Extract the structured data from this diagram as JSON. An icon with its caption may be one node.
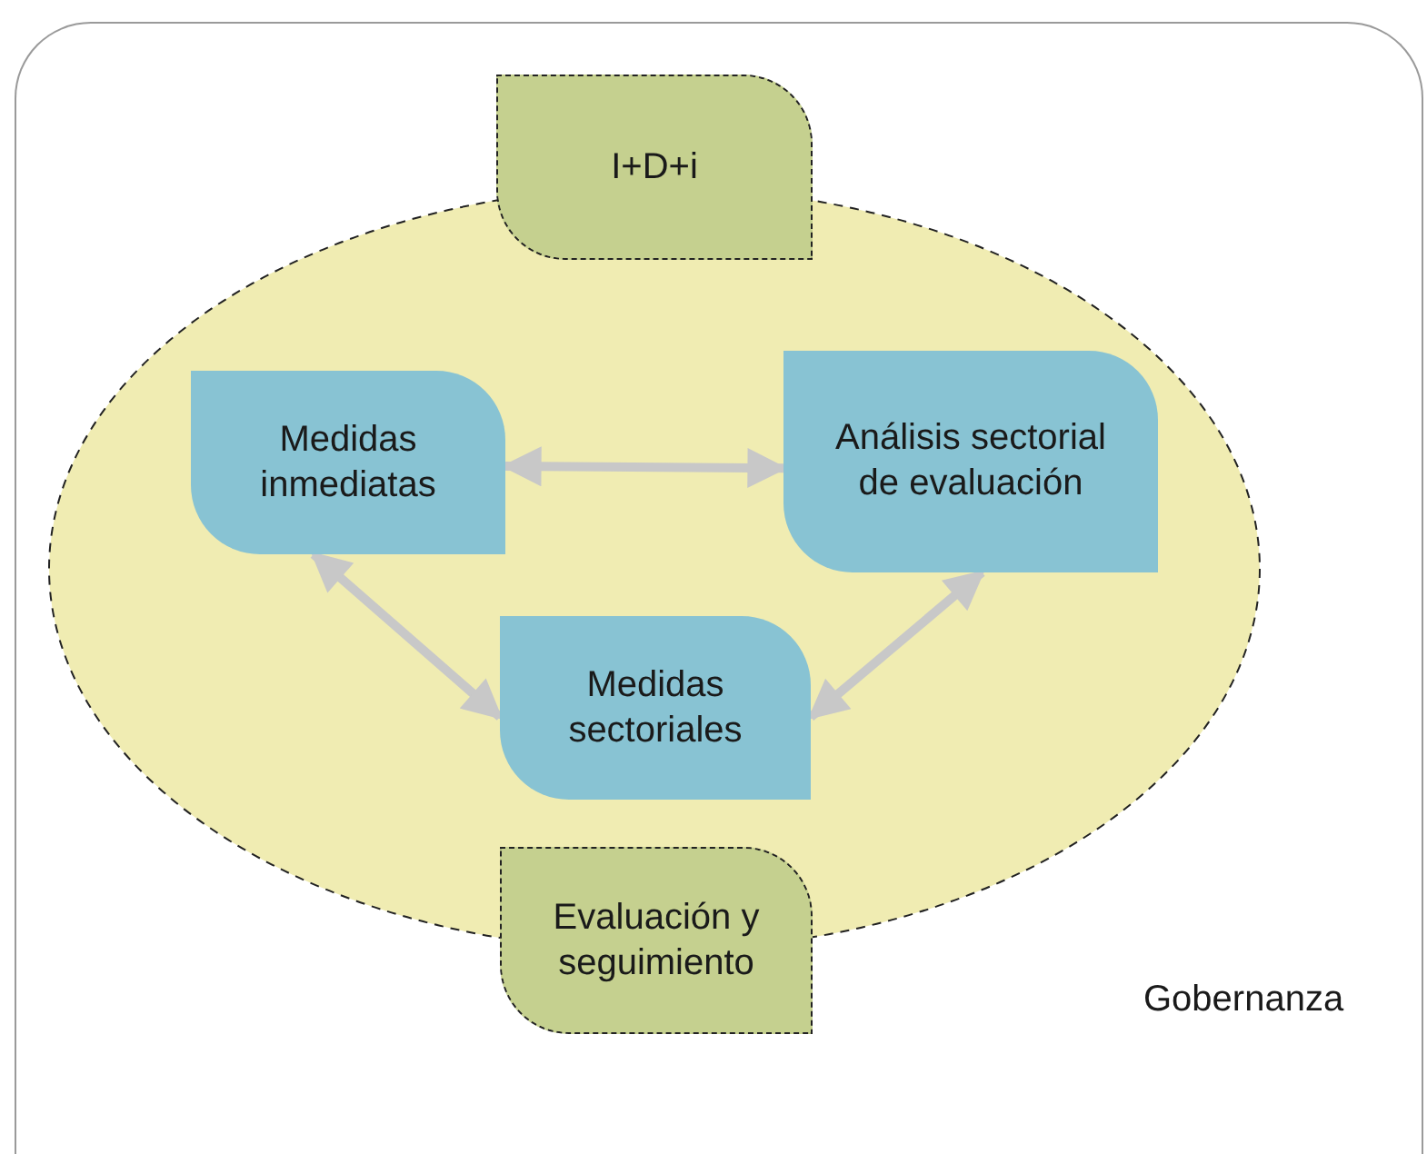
{
  "diagram": {
    "nodes": [
      {
        "text": [
          "Gobernanza"
        ]
      },
      {
        "text": [
          "I+D+i"
        ],
        "in": 0
      },
      {
        "text": [
          "Medidas inmediatas"
        ],
        "in": 0
      },
      {
        "text": [
          "Análisis sectorial de evaluación"
        ],
        "in": 0
      },
      {
        "text": [
          "Medidas sectoriales"
        ],
        "in": 0
      },
      {
        "text": [
          "Evaluación y seguimiento"
        ],
        "in": 0
      }
    ],
    "edges": [
      {
        "from": 2,
        "to": 3,
        "arrow": "both"
      },
      {
        "from": 2,
        "to": 4,
        "arrow": "both"
      },
      {
        "from": 3,
        "to": 4,
        "arrow": "both"
      }
    ]
  }
}
